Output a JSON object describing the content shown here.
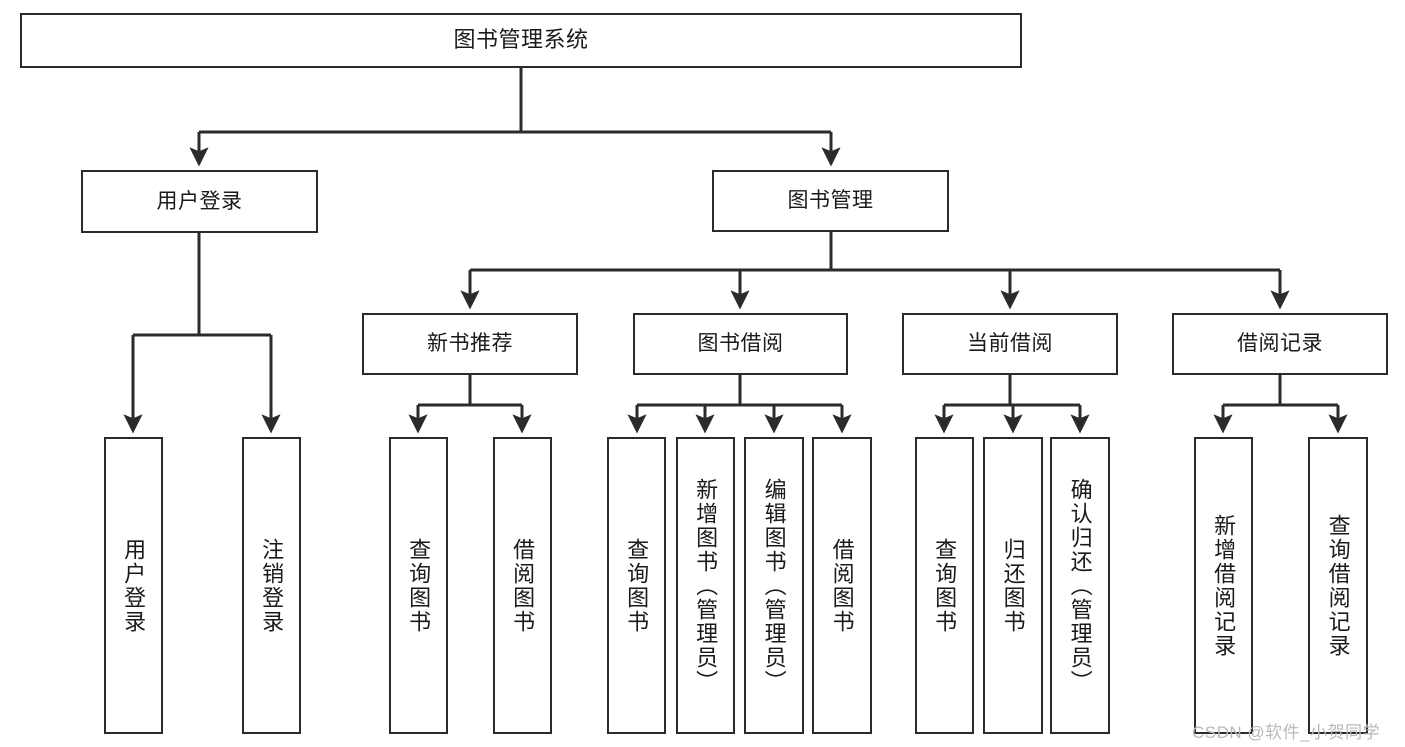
{
  "diagram": {
    "title_node": {
      "label": "图书管理系统"
    },
    "level1": [
      {
        "id": "user-login",
        "label": "用户登录"
      },
      {
        "id": "book-manage",
        "label": "图书管理"
      }
    ],
    "level2": [
      {
        "id": "new-book-recommend",
        "label": "新书推荐"
      },
      {
        "id": "book-borrow",
        "label": "图书借阅"
      },
      {
        "id": "current-borrow",
        "label": "当前借阅"
      },
      {
        "id": "borrow-record",
        "label": "借阅记录"
      }
    ],
    "leaves": {
      "user_login": [
        {
          "id": "leaf-user-login",
          "label": "用户登录"
        },
        {
          "id": "leaf-logout-login",
          "label": "注销登录"
        }
      ],
      "new_book_recommend": [
        {
          "id": "leaf-query-book-1",
          "label": "查询图书"
        },
        {
          "id": "leaf-borrow-book-1",
          "label": "借阅图书"
        }
      ],
      "book_borrow": [
        {
          "id": "leaf-query-book-2",
          "label": "查询图书"
        },
        {
          "id": "leaf-add-book",
          "label": "新增图书（管理员）"
        },
        {
          "id": "leaf-edit-book",
          "label": "编辑图书（管理员）"
        },
        {
          "id": "leaf-borrow-book-2",
          "label": "借阅图书"
        }
      ],
      "current_borrow": [
        {
          "id": "leaf-query-book-3",
          "label": "查询图书"
        },
        {
          "id": "leaf-return-book",
          "label": "归还图书"
        },
        {
          "id": "leaf-confirm-return",
          "label": "确认归还（管理员）"
        }
      ],
      "borrow_record": [
        {
          "id": "leaf-add-record",
          "label": "新增借阅记录"
        },
        {
          "id": "leaf-query-record",
          "label": "查询借阅记录"
        }
      ]
    },
    "colors": {
      "stroke": "#2b2b2b",
      "fill": "#ffffff",
      "text": "#1a1a1a",
      "watermark": "#b9b9b9"
    }
  },
  "watermark": {
    "text": "CSDN @软件_小贺同学"
  }
}
